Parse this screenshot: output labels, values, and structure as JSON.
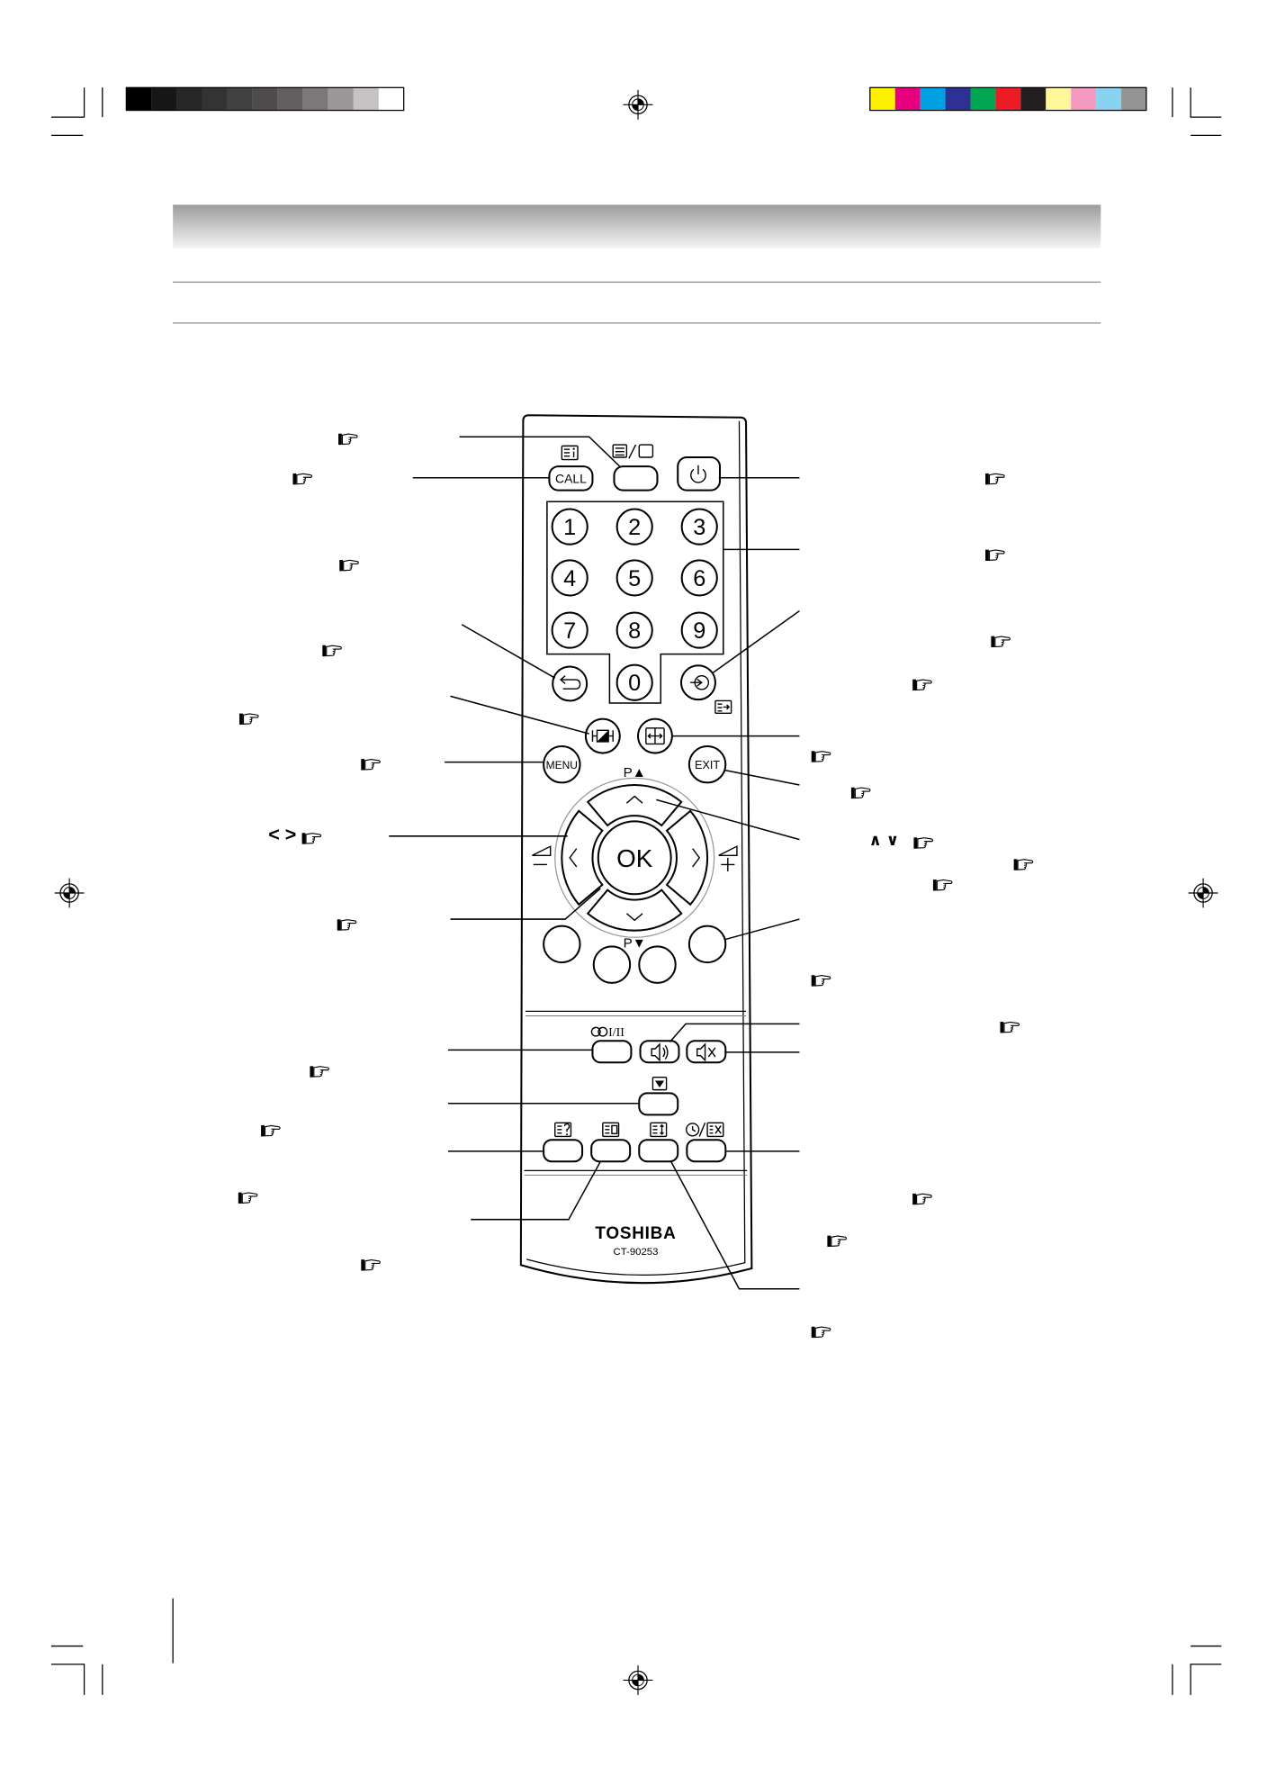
{
  "print_marks": {
    "grayscale_bar": [
      "#000000",
      "#161616",
      "#262626",
      "#333333",
      "#414141",
      "#4f4a4b",
      "#625d5e",
      "#7c7778",
      "#9c9798",
      "#c7c3c4",
      "#ffffff"
    ],
    "color_bar": [
      "#fff200",
      "#e6007e",
      "#00a0e3",
      "#2e3192",
      "#00a651",
      "#ed1c24",
      "#231f20",
      "#fff799",
      "#f49ac1",
      "#88d3f2",
      "#949494"
    ]
  },
  "header_band": {
    "gradient_top": "#9c9c9c",
    "gradient_bottom": "#f4f4f4"
  },
  "remote": {
    "brand": "TOSHIBA",
    "model": "CT-90253",
    "buttons": {
      "call": "CALL",
      "menu": "MENU",
      "exit": "EXIT",
      "ok": "OK",
      "digits": [
        "1",
        "2",
        "3",
        "4",
        "5",
        "6",
        "7",
        "8",
        "9",
        "0"
      ],
      "channel_up": "P▲",
      "channel_down": "P▼",
      "stereo_mono": "I/II"
    }
  },
  "callout_glyphs": {
    "left_right_keys": "< >",
    "up_down_keys": "∧ ∨"
  },
  "icons": [
    "registration-mark-icon",
    "page-reference-icon",
    "teletext-info-icon",
    "tv-teletext-icon",
    "power-icon",
    "return-icon",
    "input-icon",
    "freeze-icon",
    "wide-icon",
    "sound-icon",
    "mute-icon",
    "teletext-down-icon",
    "reveal-icon",
    "subpage-icon",
    "size-icon",
    "timer-cancel-icon"
  ]
}
